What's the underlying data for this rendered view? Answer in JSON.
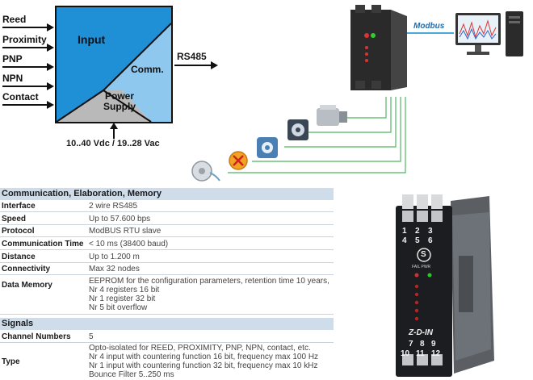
{
  "diagram": {
    "inputs": [
      "Reed",
      "Proximity",
      "PNP",
      "NPN",
      "Contact"
    ],
    "block_labels": {
      "input": "Input",
      "comm": "Comm.",
      "power": [
        "Power",
        "Supply"
      ]
    },
    "output_label": "RS485",
    "supply_label": "10..40 Vdc / 19..28 Vac",
    "modbus_label": "Modbus"
  },
  "device": {
    "terminals_top": [
      "1",
      "2",
      "3",
      "4",
      "5",
      "6"
    ],
    "terminals_bottom": [
      "7",
      "8",
      "9",
      "10",
      "11",
      "12"
    ],
    "logo": "S",
    "led_labels": "FAIL PWR",
    "model": "Z-D-IN"
  },
  "sections": [
    {
      "title": "Communication, Elaboration, Memory",
      "rows": [
        {
          "key": "Interface",
          "value": [
            "2 wire RS485"
          ]
        },
        {
          "key": "Speed",
          "value": [
            "Up to 57.600 bps"
          ]
        },
        {
          "key": "Protocol",
          "value": [
            "ModBUS RTU slave"
          ]
        },
        {
          "key": "Communication Time",
          "value": [
            "< 10 ms (38400 baud)"
          ]
        },
        {
          "key": "Distance",
          "value": [
            "Up to 1.200 m"
          ]
        },
        {
          "key": "Connectivity",
          "value": [
            "Max 32 nodes"
          ]
        },
        {
          "key": "Data Memory",
          "value": [
            "EEPROM for the configuration parameters, retention time 10 years,",
            "Nr 4 registers 16 bit",
            "Nr 1 register 32 bit",
            "Nr 5 bit overflow"
          ]
        }
      ]
    },
    {
      "title": "Signals",
      "rows": [
        {
          "key": "Channel Numbers",
          "value": [
            "5"
          ]
        },
        {
          "key": "Type",
          "value": [
            "Opto-isolated for REED, PROXIMITY, PNP, NPN, contact, etc.",
            "Nr 4 input with countering function 16 bit, frequency max 100 Hz",
            "Nr 1 input with countering function 32 bit, frequency max 10 kHz",
            "Bounce Filter 5..250 ms"
          ]
        }
      ]
    }
  ]
}
